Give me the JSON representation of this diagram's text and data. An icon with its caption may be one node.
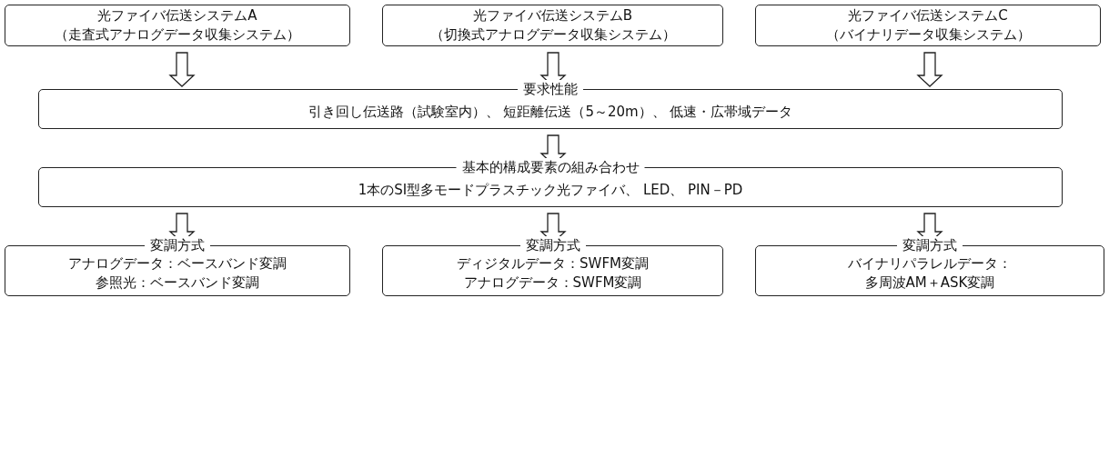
{
  "diagram": {
    "nodes": [
      {
        "text": [
          "光ファイバ伝送システムA",
          "（走査式アナログデータ収集システム）"
        ]
      },
      {
        "text": [
          "光ファイバ伝送システムB",
          "（切換式アナログデータ収集システム）"
        ]
      },
      {
        "text": [
          "光ファイバ伝送システムC",
          "（バイナリデータ収集システム）"
        ]
      },
      {
        "text": [
          "要求性能",
          "引き回し伝送路（試験室内）、 短距離伝送（5～20m）、 低速・広帯域データ"
        ]
      },
      {
        "text": [
          "基本的構成要素の組み合わせ",
          "1本のSI型多モードプラスチック光ファイバ、 LED、 PIN－PD"
        ]
      },
      {
        "text": [
          "変調方式",
          "アナログデータ：ベースバンド変調",
          "参照光：ベースバンド変調"
        ]
      },
      {
        "text": [
          "変調方式",
          "ディジタルデータ：SWFM変調",
          "アナログデータ：SWFM変調"
        ]
      },
      {
        "text": [
          "変調方式",
          "バイナリパラレルデータ：",
          "多周波AM＋ASK変調"
        ]
      }
    ],
    "edges": [
      {
        "from": 0,
        "to": 3,
        "arrow": "to"
      },
      {
        "from": 1,
        "to": 3,
        "arrow": "to"
      },
      {
        "from": 2,
        "to": 3,
        "arrow": "to"
      },
      {
        "from": 3,
        "to": 4,
        "arrow": "to"
      },
      {
        "from": 4,
        "to": 5,
        "arrow": "to"
      },
      {
        "from": 4,
        "to": 6,
        "arrow": "to"
      },
      {
        "from": 4,
        "to": 7,
        "arrow": "to"
      }
    ]
  }
}
